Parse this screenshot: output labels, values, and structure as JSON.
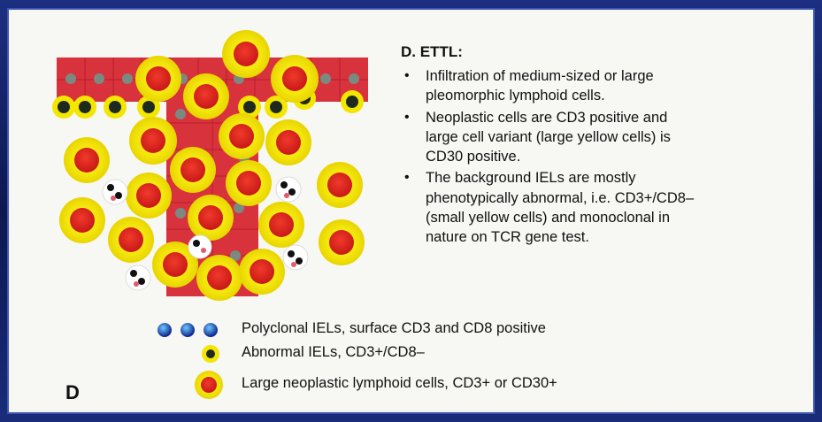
{
  "heading": "D. ETTL:",
  "bullets": [
    {
      "lines": [
        "Infiltration of medium-sized or large",
        "pleomorphic lymphoid cells."
      ]
    },
    {
      "lines": [
        "Neoplastic cells are CD3 positive and",
        "large cell variant (large yellow cells) is",
        "CD30 positive."
      ]
    },
    {
      "lines": [
        "The background IELs are mostly",
        "phenotypically abnormal, i.e. CD3+/CD8–",
        "(small yellow cells) and monoclonal in",
        "nature on TCR gene test."
      ]
    }
  ],
  "legend": [
    {
      "label": "Polyclonal IELs, surface CD3 and CD8 positive",
      "icon": "polyclonal-iel-icon"
    },
    {
      "label": "Abnormal IELs, CD3+/CD8–",
      "icon": "abnormal-iel-icon"
    },
    {
      "label": "Large neoplastic lymphoid cells, CD3+ or CD30+",
      "icon": "neoplastic-cell-icon"
    }
  ],
  "panel_letter": "D",
  "colors": {
    "frame": "#1d2f80",
    "panel": "#f7f7f4",
    "epithelium": "#d8323c",
    "cell_yellow": "#f3e600",
    "cell_red": "#e02020",
    "nucleus_gray": "#7a8a80",
    "iel_blue": "#1e3cc8"
  }
}
